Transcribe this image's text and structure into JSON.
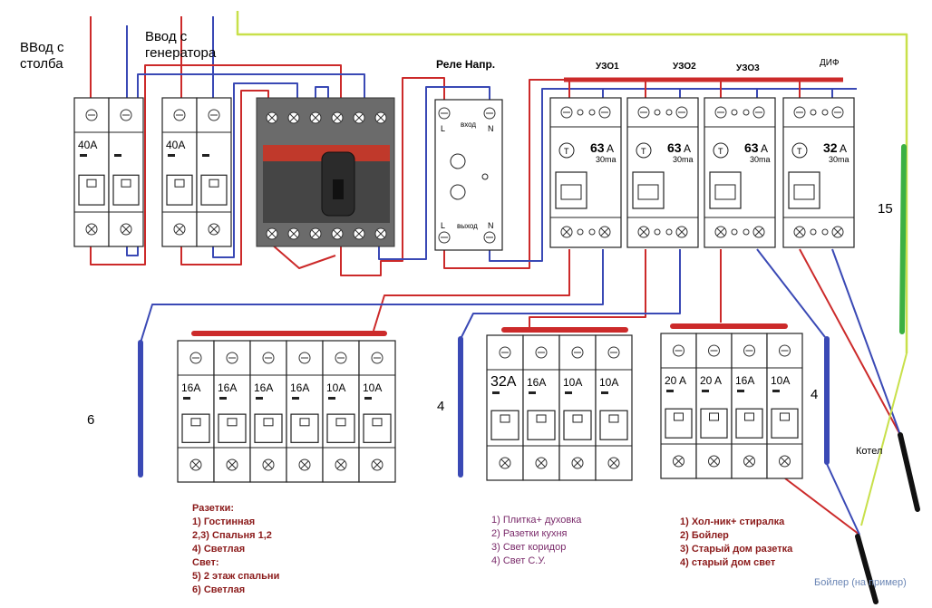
{
  "labels": {
    "pole_input": "ВВод с\nстолба",
    "generator_input": "Ввод с\nгенератора",
    "relay_title": "Реле Напр.",
    "rcd1": "УЗО1",
    "rcd2": "УЗО2",
    "rcd3": "УЗО3",
    "dif": "ДИФ",
    "boiler_label": "Котел",
    "boiler_example": "Бойлер (на пример)"
  },
  "relay": {
    "in_label": "вход",
    "out_label": "выход",
    "l": "L",
    "n": "N"
  },
  "main_breakers": [
    {
      "rating": "40A"
    },
    {
      "rating": "40A"
    }
  ],
  "rcds": [
    {
      "rating": "63",
      "unit": "A",
      "leak": "30ma"
    },
    {
      "rating": "63",
      "unit": "A",
      "leak": "30ma"
    },
    {
      "rating": "63",
      "unit": "A",
      "leak": "30ma"
    },
    {
      "rating": "32",
      "unit": "A",
      "leak": "30ma"
    }
  ],
  "group1": {
    "count_label": "6",
    "ratings": [
      "16A",
      "16A",
      "16A",
      "16A",
      "10A",
      "10A"
    ]
  },
  "group2": {
    "count_label": "4",
    "ratings": [
      "32A",
      "16A",
      "10A",
      "10A"
    ]
  },
  "group3": {
    "count_label": "4",
    "ratings": [
      "20 A",
      "20 A",
      "16A",
      "10A"
    ]
  },
  "wire_label_15": "15",
  "legend1": [
    "Разетки:",
    "1) Гостинная",
    "2,3) Спальня 1,2",
    "4) Светлая",
    "Свет:",
    "5) 2 этаж спальни",
    "6) Светлая"
  ],
  "legend2": [
    "1) Плитка+ духовка",
    "2) Разетки кухня",
    "3) Свет коридор",
    "4) Свет С.У."
  ],
  "legend3": [
    "1) Хол-ник+ стиралка",
    "2) Бойлер",
    "3) Старый дом разетка",
    "4) старый дом свет"
  ],
  "colors": {
    "phase": "#cc2a2a",
    "neutral": "#3a49b5",
    "earth_yellow": "#c8e04a",
    "earth_green": "#3cb043",
    "cable_black": "#111111"
  }
}
